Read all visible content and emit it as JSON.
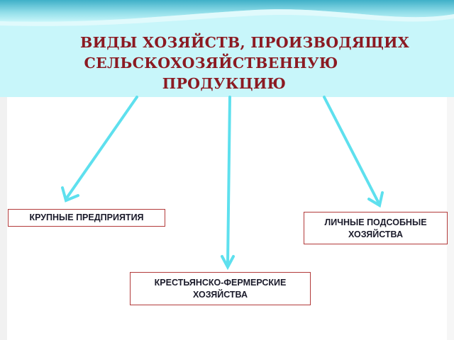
{
  "slide": {
    "title_lines": [
      "ВИДЫ ХОЗЯЙСТВ, ПРОИЗВОДЯЩИХ",
      "СЕЛЬСКОХОЗЯЙСТВЕННУЮ",
      "ПРОДУКЦИЮ"
    ],
    "boxes": [
      {
        "lines": [
          "КРУПНЫЕ ПРЕДПРИЯТИЯ"
        ]
      },
      {
        "lines": [
          "ЛИЧНЫЕ ПОДСОБНЫЕ",
          "ХОЗЯЙСТВА"
        ]
      },
      {
        "lines": [
          "КРЕСТЬЯНСКО-ФЕРМЕРСКИЕ",
          "ХОЗЯЙСТВА"
        ]
      }
    ]
  },
  "colors": {
    "title": "#8b1a22",
    "arrow": "#5ee0ee",
    "box_border": "#b23a3a",
    "header_band": "#c8f6fa"
  }
}
